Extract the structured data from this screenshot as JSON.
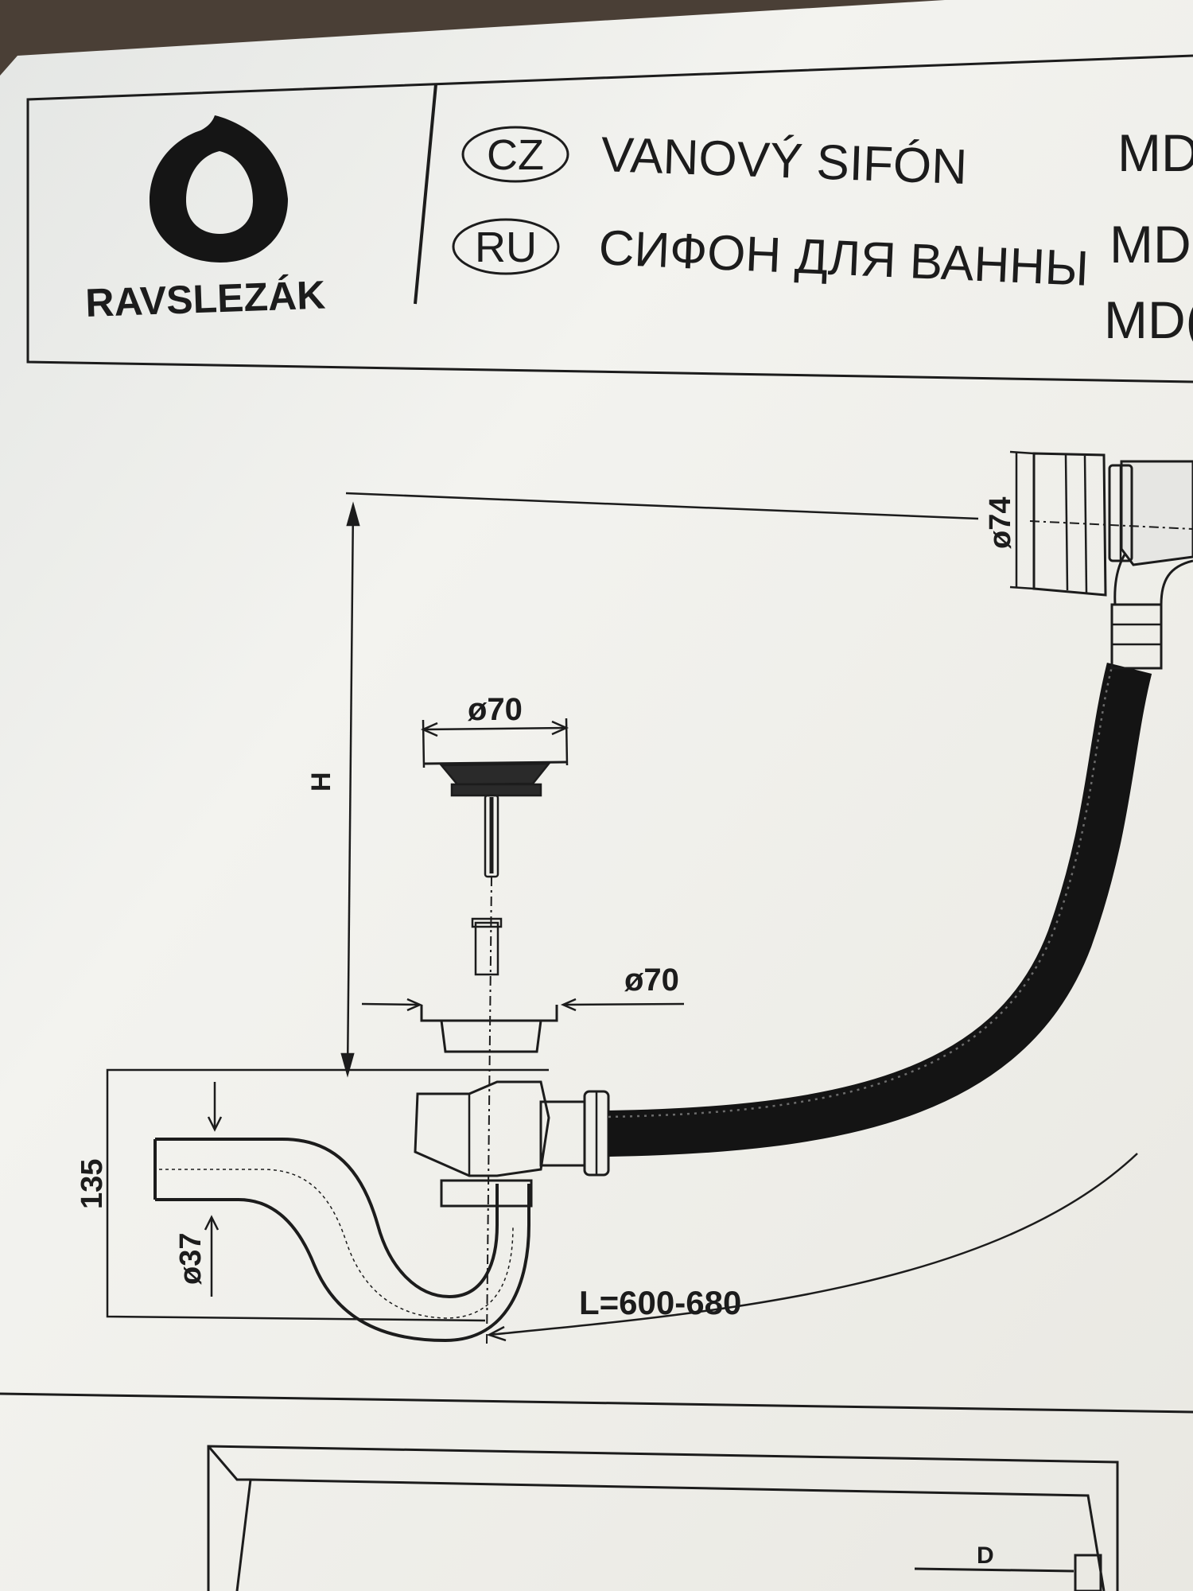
{
  "header": {
    "brand": "RAVSLEZÁK",
    "languages": [
      {
        "code": "CZ",
        "title": "VANOVÝ  SIFÓN"
      },
      {
        "code": "RU",
        "title": "СИФОН  ДЛЯ  ВАННЫ"
      }
    ],
    "model_codes": [
      "MD",
      "MD(",
      "MD("
    ]
  },
  "diagram": {
    "height_label": "H",
    "drain_top_diameter": "ø70",
    "drain_body_diameter": "ø70",
    "overflow_diameter": "ø74",
    "trap_height": "135",
    "outlet_diameter": "ø37",
    "length_label": "L=600-680"
  },
  "lower_section": {
    "dimension_label": "D"
  },
  "colors": {
    "paper": "#f1f2ee",
    "ink": "#1c1c1c",
    "background": "#4a3f36"
  }
}
